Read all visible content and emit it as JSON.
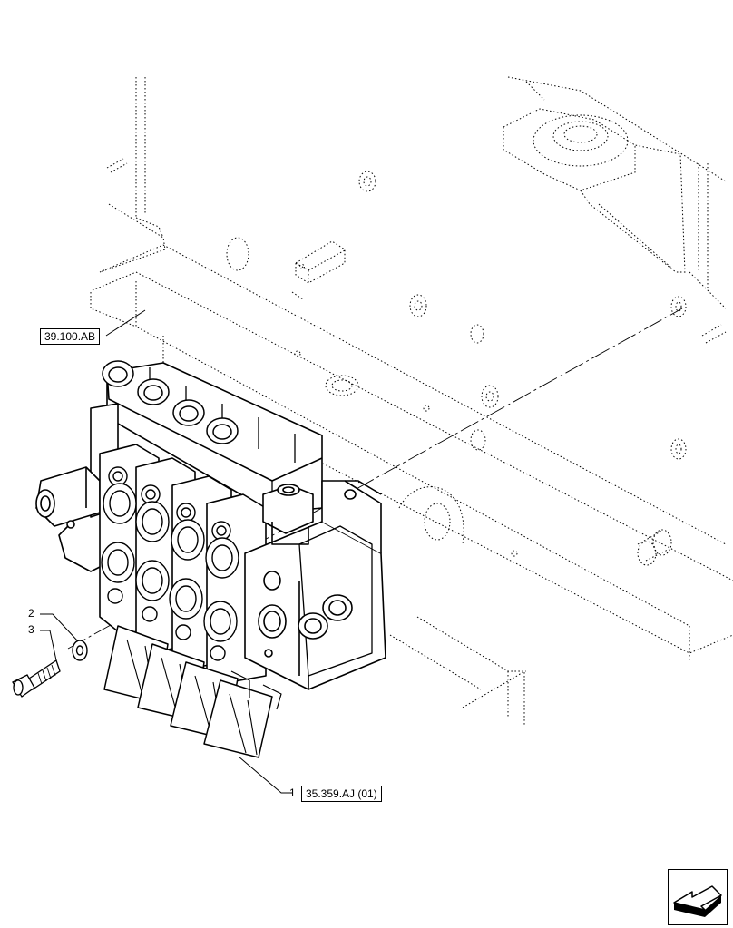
{
  "diagram": {
    "callouts": {
      "item_1": "1",
      "item_2": "2",
      "item_3": "3"
    },
    "references": {
      "frame_ref": "39.100.AB",
      "valve_ref": "35.359.AJ (01)"
    },
    "navigation": {
      "icon": "next-page-arrow-icon"
    }
  }
}
